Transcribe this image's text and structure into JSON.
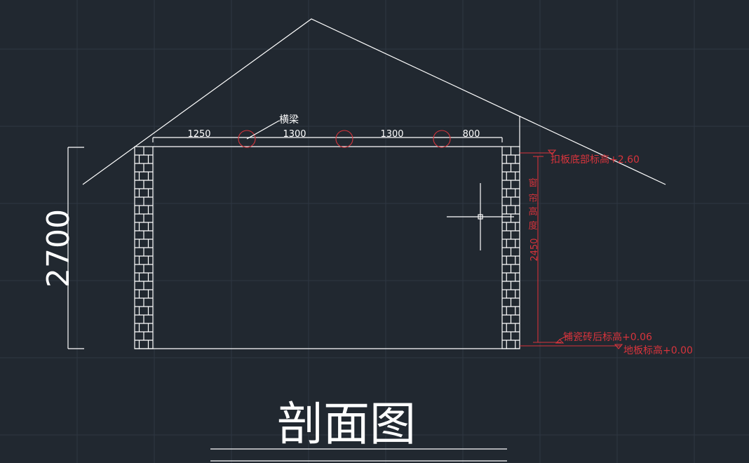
{
  "drawing": {
    "title": "剖面图",
    "beam_label": "横梁",
    "total_height": "2700",
    "spans": [
      "1250",
      "1300",
      "1300",
      "800"
    ],
    "curtain_label_chars": [
      "窗",
      "帘",
      "高",
      "度"
    ],
    "curtain_height": "2450",
    "elevations": {
      "ceiling_bottom": "扣板底部标高+2.60",
      "tile_finish": "铺瓷砖后标高+0.06",
      "floor": "地板标高+0.00"
    }
  },
  "colors": {
    "background": "#212830",
    "line": "#ffffff",
    "annotation": "#d8343c",
    "grid": "#2e3742"
  }
}
